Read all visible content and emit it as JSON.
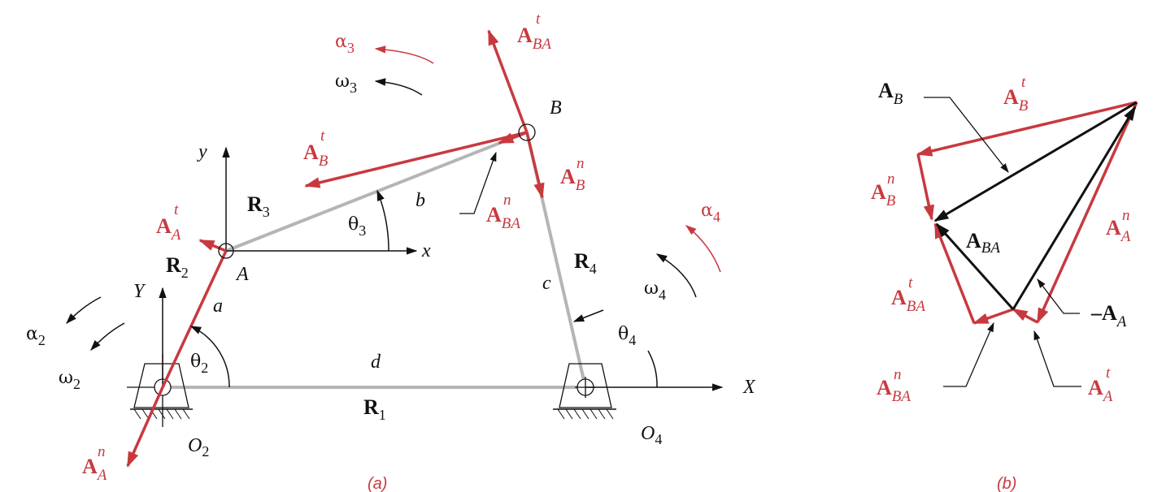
{
  "colors": {
    "red": "#C8393F",
    "black": "#111111",
    "gray": "#B5B5B5"
  },
  "figure_a": {
    "caption": "(a)",
    "points": {
      "A": "A",
      "B": "B"
    },
    "pivots": {
      "O2": {
        "main": "O",
        "sub": "2"
      },
      "O4": {
        "main": "O",
        "sub": "4"
      }
    },
    "axes": {
      "x": "x",
      "y": "y",
      "X": "X",
      "Y": "Y"
    },
    "links": {
      "a": "a",
      "b": "b",
      "c": "c",
      "d": "d"
    },
    "position_vectors": {
      "R1": {
        "main": "R",
        "sub": "1"
      },
      "R2": {
        "main": "R",
        "sub": "2"
      },
      "R3": {
        "main": "R",
        "sub": "3"
      },
      "R4": {
        "main": "R",
        "sub": "4"
      }
    },
    "angles": {
      "theta2": {
        "main": "θ",
        "sub": "2"
      },
      "theta3": {
        "main": "θ",
        "sub": "3"
      },
      "theta4": {
        "main": "θ",
        "sub": "4"
      }
    },
    "angular_velocity": {
      "omega2": {
        "main": "ω",
        "sub": "2"
      },
      "omega3": {
        "main": "ω",
        "sub": "3"
      },
      "omega4": {
        "main": "ω",
        "sub": "4"
      }
    },
    "angular_acceleration": {
      "alpha2": {
        "main": "α",
        "sub": "2"
      },
      "alpha3": {
        "main": "α",
        "sub": "3"
      },
      "alpha4": {
        "main": "α",
        "sub": "4"
      }
    },
    "acceleration_vectors": {
      "A_A_t": {
        "main": "A",
        "sup": "t",
        "sub": "A"
      },
      "A_A_n": {
        "main": "A",
        "sup": "n",
        "sub": "A"
      },
      "A_B_t": {
        "main": "A",
        "sup": "t",
        "sub": "B"
      },
      "A_B_n": {
        "main": "A",
        "sup": "n",
        "sub": "B"
      },
      "A_BA_t": {
        "main": "A",
        "sup": "t",
        "sub": "BA"
      },
      "A_BA_n": {
        "main": "A",
        "sup": "n",
        "sub": "BA"
      }
    }
  },
  "figure_b": {
    "caption": "(b)",
    "vectors": {
      "A_B": {
        "main": "A",
        "sub": "B"
      },
      "A_B_t": {
        "main": "A",
        "sup": "t",
        "sub": "B"
      },
      "A_B_n": {
        "main": "A",
        "sup": "n",
        "sub": "B"
      },
      "A_BA": {
        "main": "A",
        "sub": "BA"
      },
      "A_A_n": {
        "main": "A",
        "sup": "n",
        "sub": "A"
      },
      "A_BA_t": {
        "main": "A",
        "sup": "t",
        "sub": "BA"
      },
      "neg_A_A": {
        "prefix": "–",
        "main": "A",
        "sub": "A"
      },
      "A_BA_n": {
        "main": "A",
        "sup": "n",
        "sub": "BA"
      },
      "A_A_t": {
        "main": "A",
        "sup": "t",
        "sub": "A"
      }
    }
  }
}
